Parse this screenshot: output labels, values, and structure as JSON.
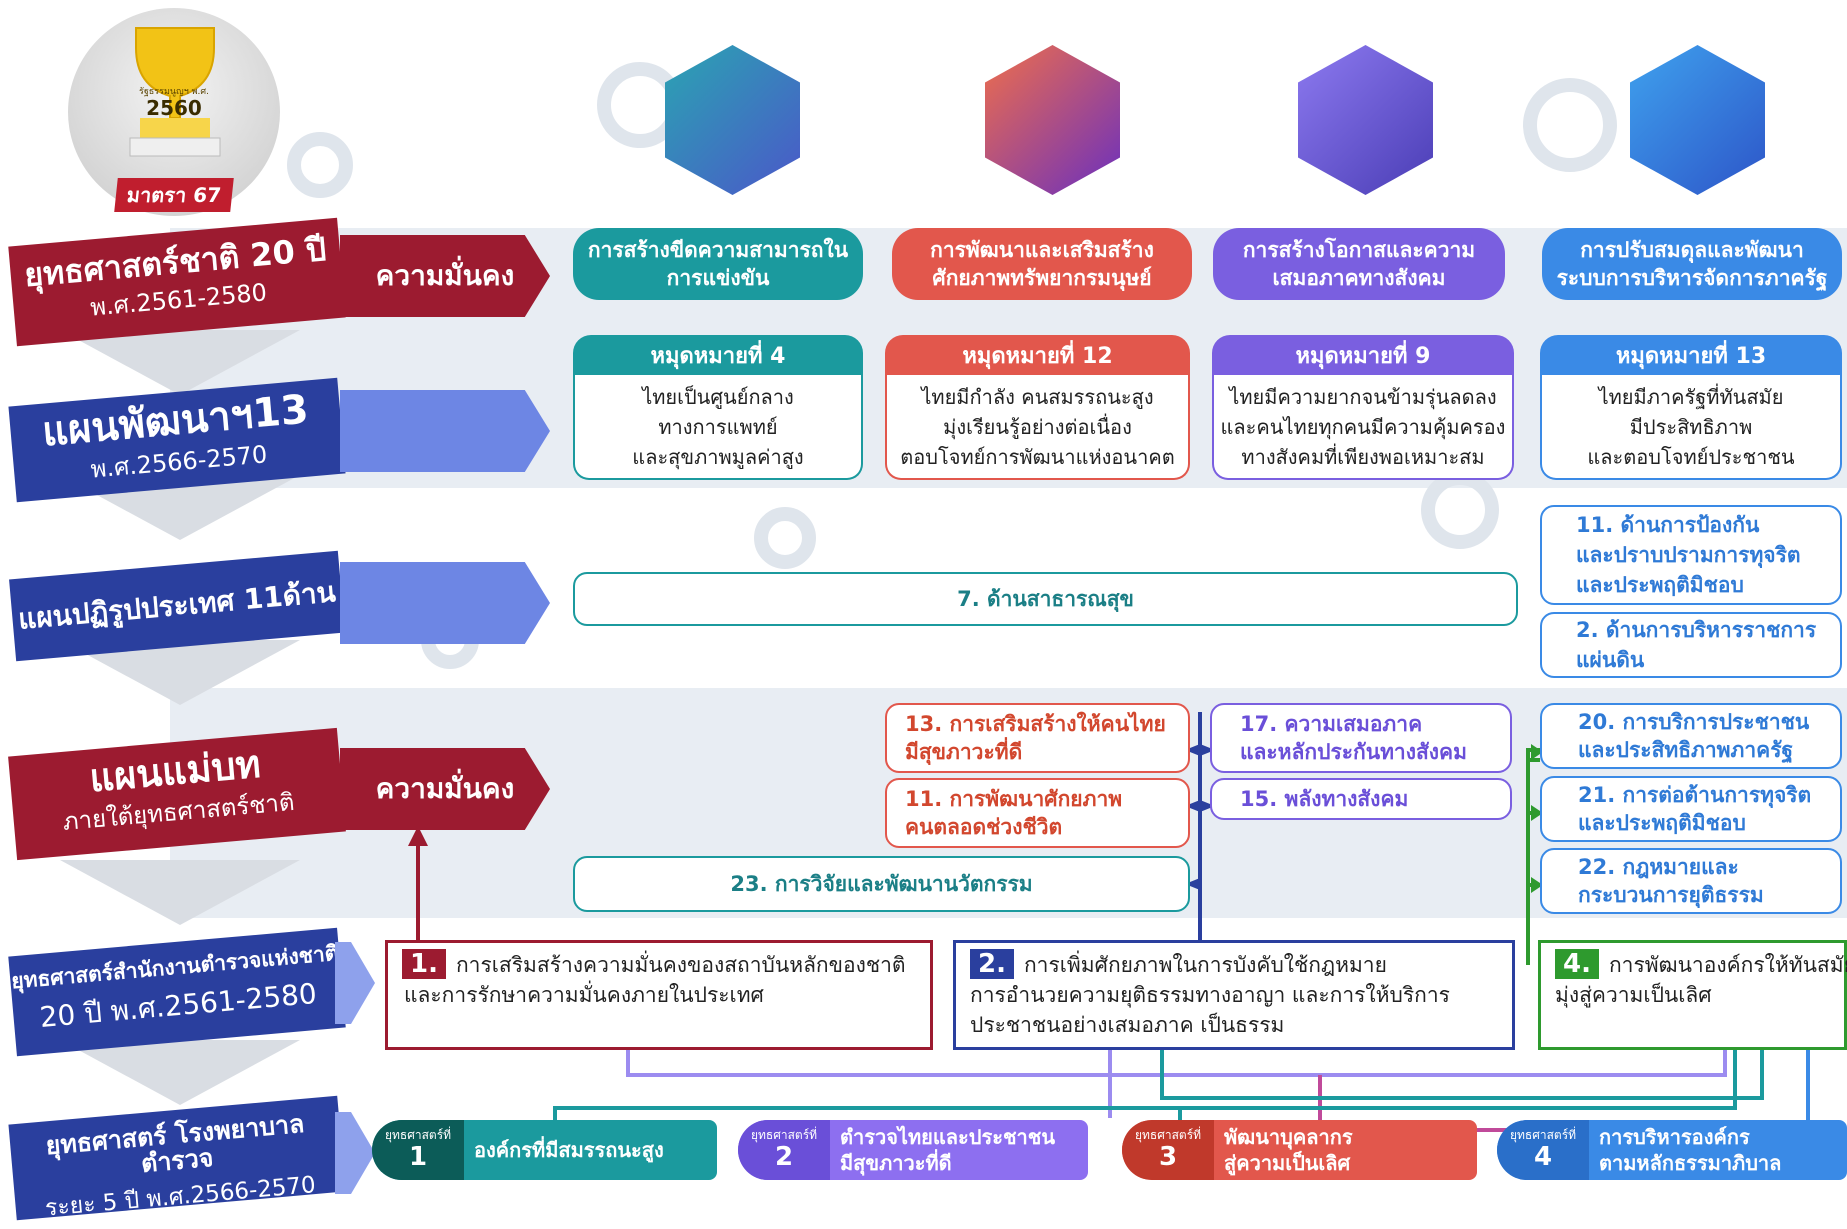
{
  "emblem": {
    "year": "2560",
    "small_text": "รัฐธรรมนูญฯ พ.ศ.",
    "article": "มาตรา 67"
  },
  "rows": {
    "strategy": {
      "title": "ยุทธศาสตร์ชาติ 20 ปี",
      "sub": "พ.ศ.2561-2580",
      "tag": "ความมั่นคง"
    },
    "plan13": {
      "title": "แผนพัฒนาฯ13",
      "sub": "พ.ศ.2566-2570"
    },
    "reform": {
      "title": "แผนปฏิรูปประเทศ 11ด้าน"
    },
    "master": {
      "title": "แผนแม่บท",
      "sub": "ภายใต้ยุทธศาสตร์ชาติ",
      "tag": "ความมั่นคง"
    },
    "police_strategy": {
      "title": "ยุทธศาสตร์สำนักงานตำรวจแห่งชาติ",
      "sub": "20 ปี พ.ศ.2561-2580"
    },
    "hospital": {
      "title": "ยุทธศาสตร์ โรงพยาบาลตำรวจ",
      "sub": "ระยะ 5 ปี พ.ศ.2566-2570"
    }
  },
  "strategies": [
    {
      "label": "การสร้างขีดความสามารถในการแข่งขัน"
    },
    {
      "label": "การพัฒนาและเสริมสร้างศักยภาพทรัพยากรมนุษย์"
    },
    {
      "label": "การสร้างโอกาสและความเสมอภาคทางสังคม"
    },
    {
      "label": "การปรับสมดุลและพัฒนาระบบการบริหารจัดการภาครัฐ"
    }
  ],
  "goals": [
    {
      "head": "หมุดหมายที่ 4",
      "l1": "ไทยเป็นศูนย์กลาง",
      "l2": "ทางการแพทย์",
      "l3": "และสุขภาพมูลค่าสูง"
    },
    {
      "head": "หมุดหมายที่ 12",
      "l1": "ไทยมีกำลัง คนสมรรถนะสูง",
      "l2": "มุ่งเรียนรู้อย่างต่อเนื่อง",
      "l3": "ตอบโจทย์การพัฒนาแห่งอนาคต"
    },
    {
      "head": "หมุดหมายที่ 9",
      "l1": "ไทยมีความยากจนข้ามรุ่นลดลง",
      "l2": "และคนไทยทุกคนมีความคุ้มครอง",
      "l3": "ทางสังคมที่เพียงพอเหมาะสม"
    },
    {
      "head": "หมุดหมายที่ 13",
      "l1": "ไทยมีภาครัฐที่ทันสมัย",
      "l2": "มีประสิทธิภาพ",
      "l3": "และตอบโจทย์ประชาชน"
    }
  ],
  "reforms": {
    "health": "7. ด้านสาธารณสุข",
    "r11_l1": "11. ด้านการป้องกัน",
    "r11_l2": "และปราบปรามการทุจริต",
    "r11_l3": "และประพฤติมิชอบ",
    "r2_l1": "2. ด้านการบริหารราชการ",
    "r2_l2": "แผ่นดิน"
  },
  "master_plans": {
    "m13_l1": "13. การเสริมสร้างให้คนไทย",
    "m13_l2": "มีสุขภาวะที่ดี",
    "m11_l1": "11. การพัฒนาศักยภาพ",
    "m11_l2": "คนตลอดช่วงชีวิต",
    "m23": "23. การวิจัยและพัฒนานวัตกรรม",
    "m17_l1": "17. ความเสมอภาค",
    "m17_l2": "และหลักประกันทางสังคม",
    "m15": "15. พลังทางสังคม",
    "m20_l1": "20. การบริการประชาชน",
    "m20_l2": "และประสิทธิภาพภาครัฐ",
    "m21_l1": "21. การต่อต้านการทุจริต",
    "m21_l2": "และประพฤติมิชอบ",
    "m22_l1": "22. กฎหมายและ",
    "m22_l2": "กระบวนการยุติธรรม"
  },
  "police_strategies": [
    {
      "num": "1.",
      "l1": "การเสริมสร้างความมั่นคงของสถาบันหลักของชาติ",
      "l2": "และการรักษาความมั่นคงภายในประเทศ"
    },
    {
      "num": "2.",
      "l1": "การเพิ่มศักยภาพในการบังคับใช้กฎหมาย",
      "l2": "การอำนวยความยุติธรรมทางอาญา และการให้บริการ",
      "l3": "ประชาชนอย่างเสมอภาค เป็นธรรม"
    },
    {
      "num": "4.",
      "l1": "การพัฒนาองค์กรให้ทันสมัย",
      "l2": "มุ่งสู่ความเป็นเลิศ"
    }
  ],
  "hospital_strategies": [
    {
      "tag": "ยุทธศาสตร์ที่",
      "num": "1",
      "l1": "องค์กรที่มีสมรรถนะสูง"
    },
    {
      "tag": "ยุทธศาสตร์ที่",
      "num": "2",
      "l1": "ตำรวจไทยและประชาชน",
      "l2": "มีสุขภาวะที่ดี"
    },
    {
      "tag": "ยุทธศาสตร์ที่",
      "num": "3",
      "l1": "พัฒนาบุคลากร",
      "l2": "สู่ความเป็นเลิศ"
    },
    {
      "tag": "ยุทธศาสตร์ที่",
      "num": "4",
      "l1": "การบริหารองค์กร",
      "l2": "ตามหลักธรรมาภิบาล"
    }
  ],
  "colors": {
    "crimson": "#9c1b30",
    "navy": "#2a3f9e",
    "teal": "#1b9a9e",
    "coral": "#e2574c",
    "violet": "#7a5fe0",
    "sky": "#3a8ae6",
    "green": "#2e9a2e",
    "band": "#e8edf3"
  }
}
